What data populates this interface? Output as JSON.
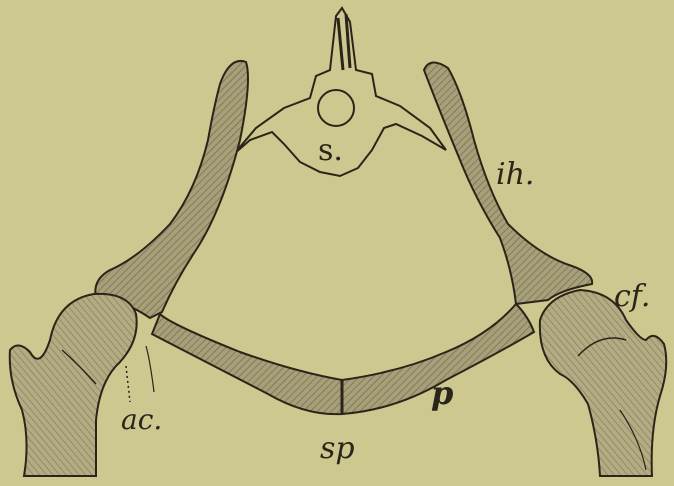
{
  "figure": {
    "labels": {
      "sacrum": "s.",
      "ilium": "ih.",
      "femur_head_right": "cf.",
      "acetabulum": "ac.",
      "pubis": "p",
      "symphysis_pubis": "sp"
    }
  },
  "colors": {
    "background": "#cdc88f",
    "bone_fill": "#a79f78",
    "ink": "#2a2518",
    "hatch": "#6f6850"
  }
}
